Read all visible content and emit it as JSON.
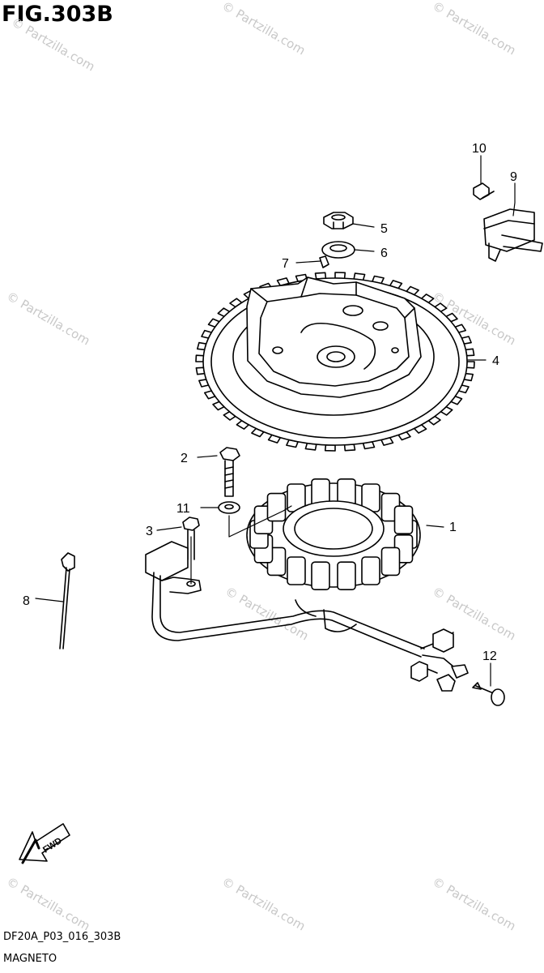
{
  "figure": {
    "title": "FIG.303B",
    "code": "DF20A_P03_016_303B",
    "name": "MAGNETO"
  },
  "callouts": {
    "c1": "1",
    "c2": "2",
    "c3": "3",
    "c4": "4",
    "c5": "5",
    "c6": "6",
    "c7": "7",
    "c8": "8",
    "c9": "9",
    "c10": "10",
    "c11": "11",
    "c12": "12"
  },
  "direction_badge": "FWD",
  "watermark": "© Partzilla.com"
}
